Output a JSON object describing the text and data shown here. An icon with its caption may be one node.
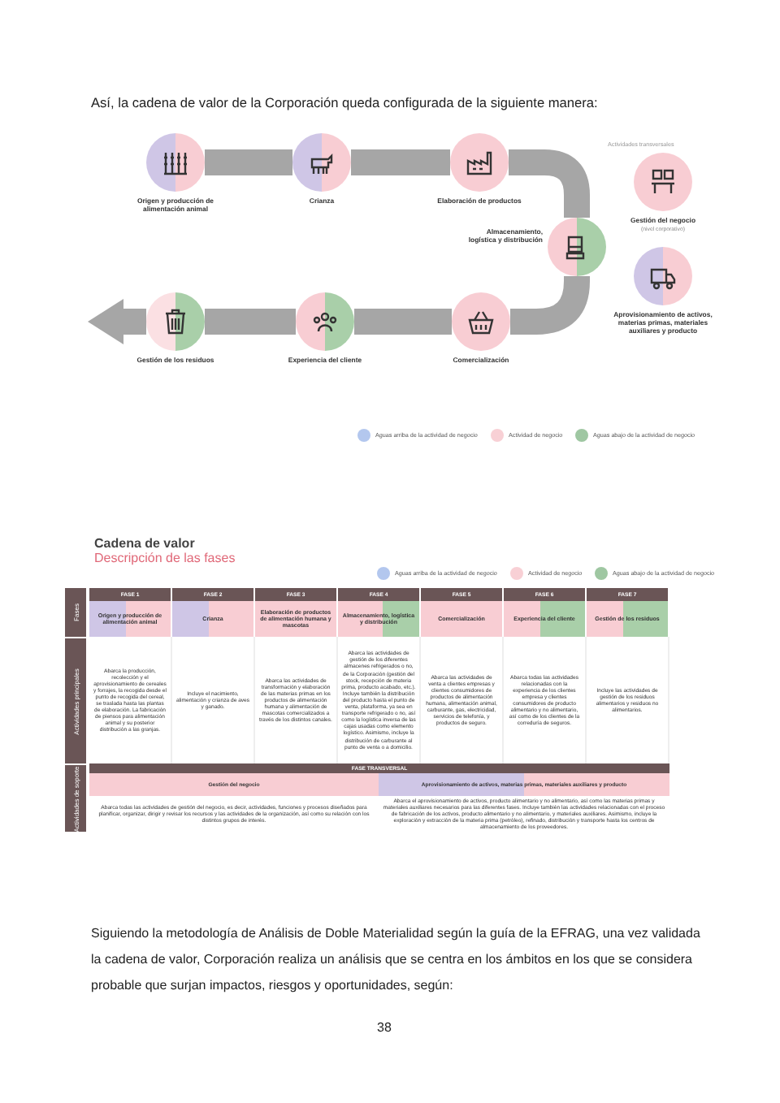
{
  "diagram": {
    "nodes": [
      {
        "text": [
          "Origen y producción de alimentación animal"
        ]
      },
      {
        "text": [
          "Crianza"
        ]
      },
      {
        "text": [
          "Elaboración de productos"
        ]
      },
      {
        "text": [
          "Almacenamiento, logística y distribución"
        ]
      },
      {
        "text": [
          "Comercialización"
        ]
      },
      {
        "text": [
          "Experiencia del cliente"
        ]
      },
      {
        "text": [
          "Gestión de los residuos"
        ]
      },
      {
        "text": [
          "Gestión del negocio"
        ],
        "beside": [
          "(nivel corporativo)"
        ]
      },
      {
        "text": [
          "Aprovisionamiento de activos, materias primas, materiales auxiliares y producto"
        ]
      }
    ],
    "edges": [
      {
        "from": 0,
        "to": 1,
        "arrow": "none"
      },
      {
        "from": 1,
        "to": 2,
        "arrow": "none"
      },
      {
        "from": 2,
        "to": 3,
        "arrow": "none"
      },
      {
        "from": 3,
        "to": 4,
        "arrow": "none"
      },
      {
        "from": 4,
        "to": 5,
        "arrow": "none"
      },
      {
        "from": 5,
        "to": 6,
        "arrow": "none"
      },
      {
        "from": 6,
        "to": null,
        "arrow": "to"
      }
    ],
    "labels": [
      "Así, la cadena de valor de la Corporación queda configurada de la siguiente manera:",
      "Actividades transversales",
      "Cadena de valor",
      "Descripción de las fases",
      "Fases",
      "FASE 1",
      "FASE 2",
      "FASE 3",
      "FASE 4",
      "FASE 5",
      "FASE 6",
      "FASE 7",
      "Origen y producción de alimentación animal",
      "Crianza",
      "Elaboración de productos de alimentación humana y mascotas",
      "Almacenamiento, logística y distribución",
      "Comercialización",
      "Experiencia del cliente",
      "Gestión de los residuos",
      "Actividades principales",
      "Abarca la producción, recolección y el aprovisionamiento de cereales y forrajes, la recogida desde el punto de recogida del cereal, se traslada hasta las plantas de elaboración. La fabricación de piensos para alimentación animal y su posterior distribución a las granjas.",
      "Incluye el nacimiento, alimentación y crianza de aves y ganado.",
      "Abarca las actividades de transformación y elaboración de las materias primas en los productos de alimentación humana y alimentación de mascotas comercializados a través de los distintos canales.",
      "Abarca las actividades de gestión de los diferentes almacenes refrigerados o no, de la Corporación (gestión del stock, recepción de materia prima, producto acabado, etc.). Incluye también la distribución del producto hasta el punto de venta, plataforma, ya sea en transporte refrigerado o no, así como la logística inversa de las cajas usadas como elemento logístico. Asimismo, incluye la distribución de carburante al punto de venta o a domicilio.",
      "Abarca las actividades de venta a clientes empresas y clientes consumidores de productos de alimentación humana, alimentación animal, carburante, gas, electricidad, servicios de telefonía, y productos de seguro.",
      "Abarca todas las actividades relacionadas con la experiencia de los clientes empresa y clientes consumidores de producto alimentario y no alimentario, así como de los clientes de la correduría de seguros.",
      "Incluye las actividades de gestión de los residuos alimentarios y residuos no alimentarios.",
      "Actividades de soporte",
      "FASE TRANSVERSAL",
      "Gestión del negocio",
      "Aprovisionamiento de activos, materias primas, materiales auxiliares y producto",
      "Abarca todas las actividades de gestión del negocio, es decir, actividades, funciones y procesos diseñados para planificar, organizar, dirigir y revisar los recursos y las actividades de la organización, así como su relación con los distintos grupos de interés.",
      "Abarca el aprovisionamiento de activos, producto alimentario y no alimentario, así como las materias primas y materiales auxiliares necesarios para las diferentes fases. Incluye también las actividades relacionadas con el proceso de fabricación de los activos, producto alimentario y no alimentario, y materiales auxiliares. Asimismo, incluye la exploración y extracción de la materia prima (petróleo), refinado, distribución y transporte hasta los centros de almacenamiento de los proveedores.",
      "Siguiendo la metodología de Análisis de Doble Materialidad según la guía de la EFRAG, una vez validada la cadena de valor, Corporación realiza un análisis que se centra en los ámbitos en los que se considera probable que surjan impactos, riesgos y oportunidades, según:",
      "38"
    ],
    "legend": [
      {
        "text": "Aguas arriba de la actividad de negocio",
        "color": "#b3c7ee"
      },
      {
        "text": "Actividad de negocio",
        "color": "#f8d0d5"
      },
      {
        "text": "Aguas abajo de la actividad de negocio",
        "color": "#9fc7a2"
      },
      {
        "text": "Aguas arriba de la actividad de negocio",
        "color": "#b3c7ee"
      },
      {
        "text": "Actividad de negocio",
        "color": "#f8d0d5"
      },
      {
        "text": "Aguas abajo de la actividad de negocio",
        "color": "#9fc7a2"
      }
    ]
  }
}
